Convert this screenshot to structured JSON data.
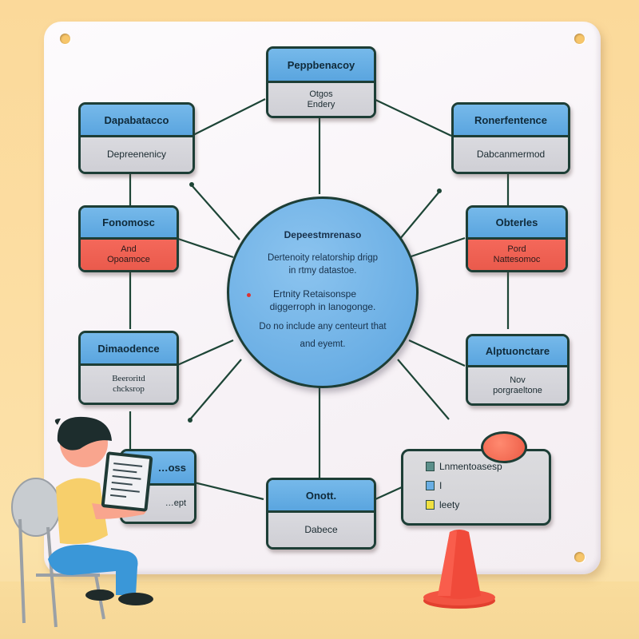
{
  "scene": {
    "type": "entity-relationship diagram board illustration",
    "colors": {
      "background": "#fcdfa5",
      "board": "#f8f4f7",
      "node_header": "#6aaee4",
      "node_body": "#d6d6db",
      "node_body_accent": "#ef5f50",
      "outline": "#1d3e36",
      "cone": "#ef4b3c"
    }
  },
  "center": {
    "title": "Depeestmrenaso",
    "line1": "Dertenoity relatorship drigp",
    "line2": "in rtmy datastoe.",
    "bullet_line1": "Ertnity Retaisonspe",
    "bullet_line2": "diggerroph in lanogonge.",
    "line3": "Do no include any centeurt that",
    "line4": "and eyemt."
  },
  "nodes": {
    "top": {
      "title": "Peppbenacoy",
      "body": [
        "Otgos",
        "Endery"
      ]
    },
    "top_left": {
      "title": "Dapabatacco",
      "body": [
        "Depreenenicy"
      ]
    },
    "top_right": {
      "title": "Ronerfentence",
      "body": [
        "Dabcanmermod"
      ]
    },
    "mid_left": {
      "title": "Fonomosc",
      "body": [
        "And",
        "Opoamoce"
      ]
    },
    "mid_right": {
      "title": "Obterles",
      "body": [
        "Pord",
        "Nattesomoc"
      ]
    },
    "lower_left": {
      "title": "Dimaodence",
      "body": [
        "Beeroritd",
        "chcksrop"
      ]
    },
    "lower_right": {
      "title": "Alptuonctare",
      "body": [
        "Nov",
        "porgraeltone"
      ]
    },
    "bottom_left": {
      "title": "…oss",
      "body": [
        "…ept"
      ]
    },
    "bottom": {
      "title": "Onott.",
      "body": [
        "Dabece"
      ]
    }
  },
  "legend": {
    "items": [
      {
        "label": "Lnmentoasesp",
        "color": "#5b8f8a"
      },
      {
        "label": "I",
        "color": "#6aaee4"
      },
      {
        "label": "leety",
        "color": "#f0e040"
      }
    ]
  }
}
